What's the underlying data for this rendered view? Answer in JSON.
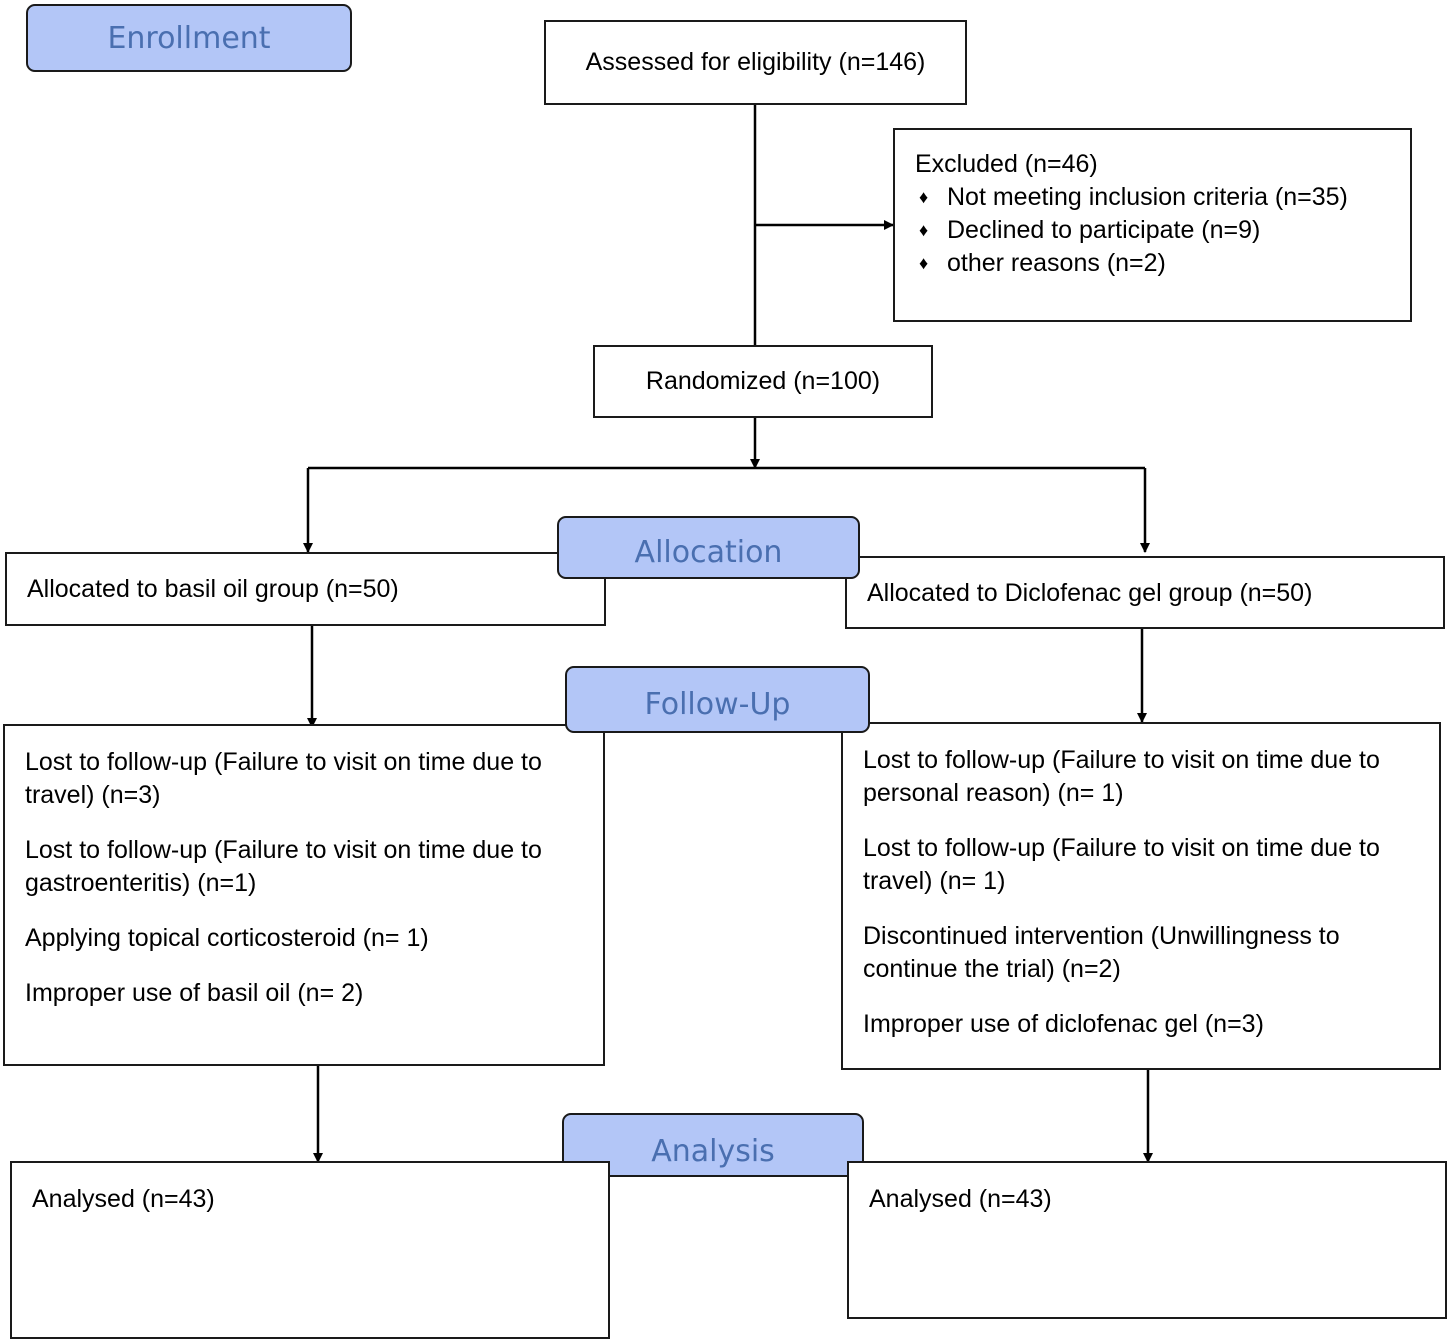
{
  "stages": {
    "enrollment": "Enrollment",
    "allocation": "Allocation",
    "follow_up": "Follow-Up",
    "analysis": "Analysis"
  },
  "assessed": "Assessed for eligibility (n=146)",
  "excluded": {
    "title": "Excluded (n=46)",
    "bullet": "♦",
    "items": [
      "Not meeting inclusion criteria (n=35)",
      "Declined to participate (n=9)",
      "other reasons (n=2)"
    ]
  },
  "randomized": "Randomized (n=100)",
  "allocated_left": "Allocated to basil oil group (n=50)",
  "allocated_right": "Allocated to Diclofenac gel group (n=50)",
  "followup_left": [
    "Lost to follow-up (Failure to visit on time due to travel) (n=3)",
    "Lost to follow-up (Failure to visit on time due to gastroenteritis) (n=1)",
    "Applying topical corticosteroid (n= 1)",
    "Improper use of basil oil (n= 2)"
  ],
  "followup_right": [
    "Lost to follow-up (Failure to visit on time due to personal reason) (n= 1)",
    "Lost to follow-up (Failure to visit on time due to travel) (n= 1)",
    "Discontinued intervention (Unwillingness to continue the trial) (n=2)",
    "Improper use of diclofenac gel (n=3)"
  ],
  "analysed_left": "Analysed (n=43)",
  "analysed_right": "Analysed (n=43)"
}
